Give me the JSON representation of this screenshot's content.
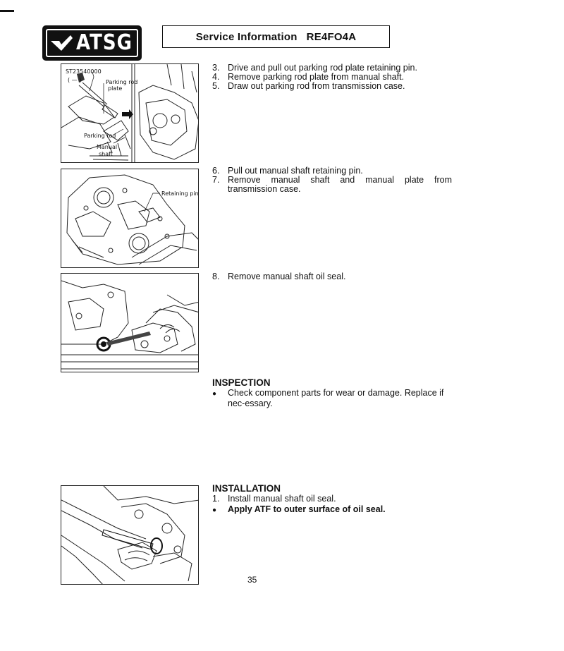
{
  "header": {
    "logo_text": "ATSG",
    "title": "Service Information",
    "model": "RE4FO4A"
  },
  "figures": {
    "fig1": {
      "tool_number": "ST23540000",
      "tool_sub": "( — )",
      "label_plate_1": "Parking rod",
      "label_plate_2": "plate",
      "label_rod": "Parking rod",
      "label_shaft_1": "Manual",
      "label_shaft_2": "shaft"
    },
    "fig2": {
      "label_pin": "Retaining pin"
    }
  },
  "removal_steps": {
    "group1": [
      {
        "num": "3.",
        "text": "Drive and pull out parking rod plate retaining pin."
      },
      {
        "num": "4.",
        "text": "Remove parking rod plate from manual shaft."
      },
      {
        "num": "5.",
        "text": "Draw out parking rod from transmission case."
      }
    ],
    "group2": [
      {
        "num": "6.",
        "text": "Pull out manual shaft retaining pin."
      },
      {
        "num": "7.",
        "text": "Remove manual shaft and manual plate from transmission case."
      }
    ],
    "group3": [
      {
        "num": "8.",
        "text": "Remove manual shaft oil seal."
      }
    ]
  },
  "inspection": {
    "heading": "INSPECTION",
    "bullet": "●",
    "text": "Check component parts for wear or damage. Replace if nec-essary."
  },
  "installation": {
    "heading": "INSTALLATION",
    "step_num": "1.",
    "step_text": "Install manual shaft oil seal.",
    "bullet": "●",
    "bullet_text": "Apply ATF to outer surface of oil seal."
  },
  "footer": {
    "page_number": "35"
  }
}
